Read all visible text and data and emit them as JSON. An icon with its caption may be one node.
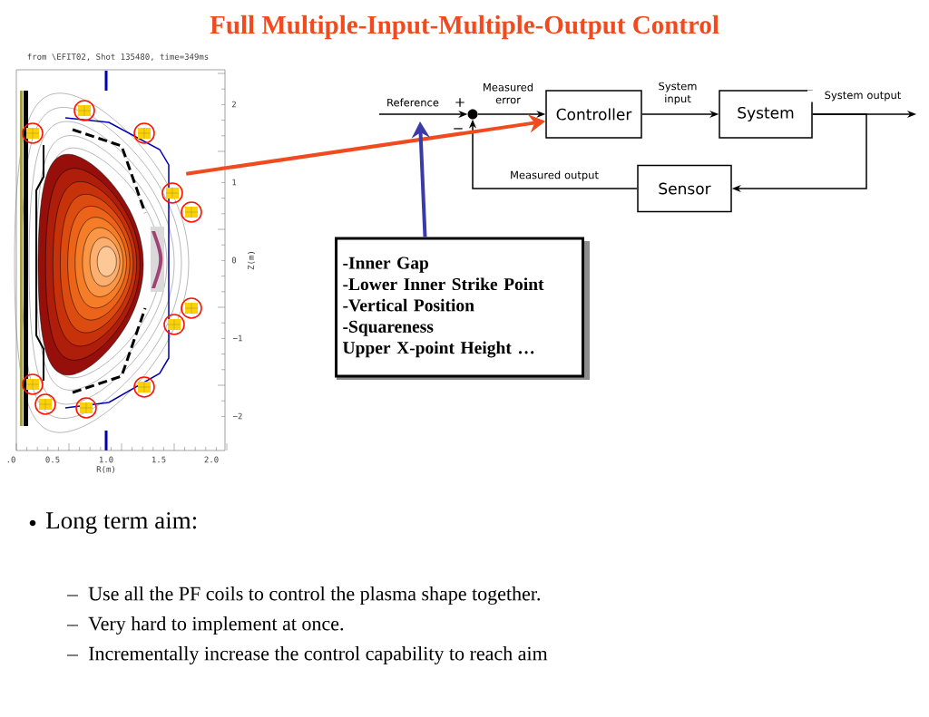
{
  "diagram": {
    "title": "Full Multiple-Input-Multiple-Output Control",
    "nodes": [
      {
        "text": [],
        "shape": "picture"
      },
      {
        "text": [
          "Controller"
        ]
      },
      {
        "text": [
          "System"
        ]
      },
      {
        "text": [
          "Sensor"
        ]
      },
      {
        "text": [],
        "shape": "circle"
      },
      {
        "text": [
          "-Inner Gap",
          "-Lower Inner Strike Point",
          "-Vertical Position",
          "-Squareness",
          "Upper X-point Height …"
        ]
      }
    ],
    "edges": [
      {
        "from": null,
        "to": 4,
        "arrow": "to",
        "label": "Reference"
      },
      {
        "from": 4,
        "to": 1,
        "arrow": "to",
        "label": "Measured error"
      },
      {
        "from": 1,
        "to": 2,
        "arrow": "to",
        "label": "System input"
      },
      {
        "from": 2,
        "to": null,
        "arrow": "to",
        "label": "System output"
      },
      {
        "from": 2,
        "to": 3,
        "arrow": "to"
      },
      {
        "from": 3,
        "to": 4,
        "arrow": "to",
        "label": "Measured output"
      },
      {
        "from": 0,
        "to": 1,
        "arrow": "to",
        "style": "thick",
        "color": "#f04a1e"
      },
      {
        "from": 5,
        "to": null,
        "arrow": "to",
        "style": "thick",
        "color": "#3b3ba8"
      }
    ],
    "labels": [
      "from \\EFIT02, Shot 135480, time=349ms",
      "2",
      "1",
      "0",
      "−1",
      "−2",
      "Z(m)",
      ".0",
      "0.5",
      "1.0",
      "1.5",
      "2.0",
      "R(m)",
      "+",
      "−",
      "Long term aim:",
      "Use all the PF coils to control the plasma shape together.",
      "Very hard to implement at once.",
      "Incrementally increase the control capability to reach aim"
    ]
  }
}
